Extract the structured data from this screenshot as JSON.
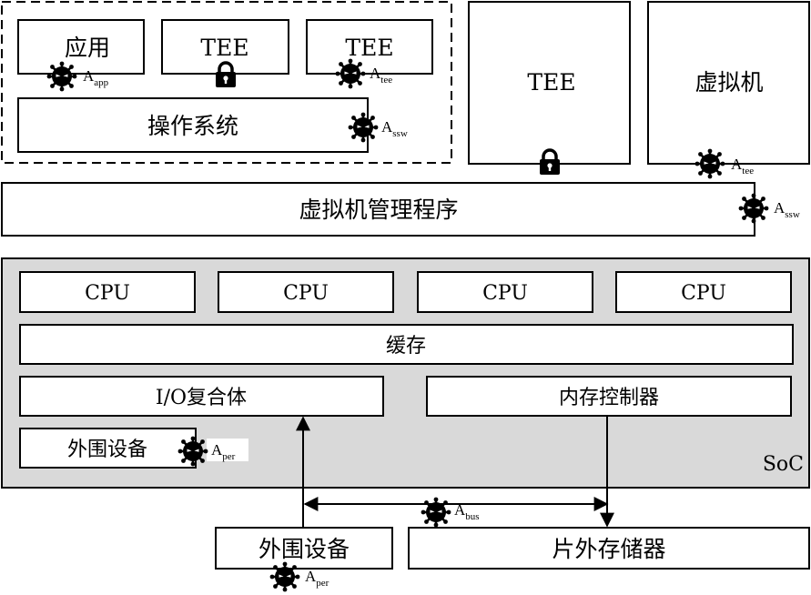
{
  "software_stack": {
    "app_label": "应用",
    "tee_left_label": "TEE",
    "tee_right_label": "TEE",
    "os_label": "操作系统",
    "tee_vm_label": "TEE",
    "vm_label": "虚拟机",
    "hypervisor_label": "虚拟机管理程序"
  },
  "soc": {
    "label": "SoC",
    "cpus": [
      "CPU",
      "CPU",
      "CPU",
      "CPU"
    ],
    "cache_label": "缓存",
    "io_complex_label": "I/O复合体",
    "memory_controller_label": "内存控制器",
    "internal_peripheral_label": "外围设备"
  },
  "external": {
    "peripheral_label": "外围设备",
    "offchip_memory_label": "片外存储器"
  },
  "attackers": {
    "app": {
      "base": "A",
      "sub": "app"
    },
    "tee_guest": {
      "base": "A",
      "sub": "tee"
    },
    "os": {
      "base": "A",
      "sub": "ssw"
    },
    "tee_vm": {
      "base": "A",
      "sub": "tee"
    },
    "hypervisor": {
      "base": "A",
      "sub": "ssw"
    },
    "periph_int": {
      "base": "A",
      "sub": "per"
    },
    "bus": {
      "base": "A",
      "sub": "bus"
    },
    "periph_ext": {
      "base": "A",
      "sub": "per"
    }
  },
  "icons": {
    "lock": "lock-icon",
    "attacker": "virus-attacker-icon"
  },
  "colors": {
    "soc_fill": "#d9d9d9",
    "box_fill": "#ffffff",
    "stroke": "#000000"
  }
}
